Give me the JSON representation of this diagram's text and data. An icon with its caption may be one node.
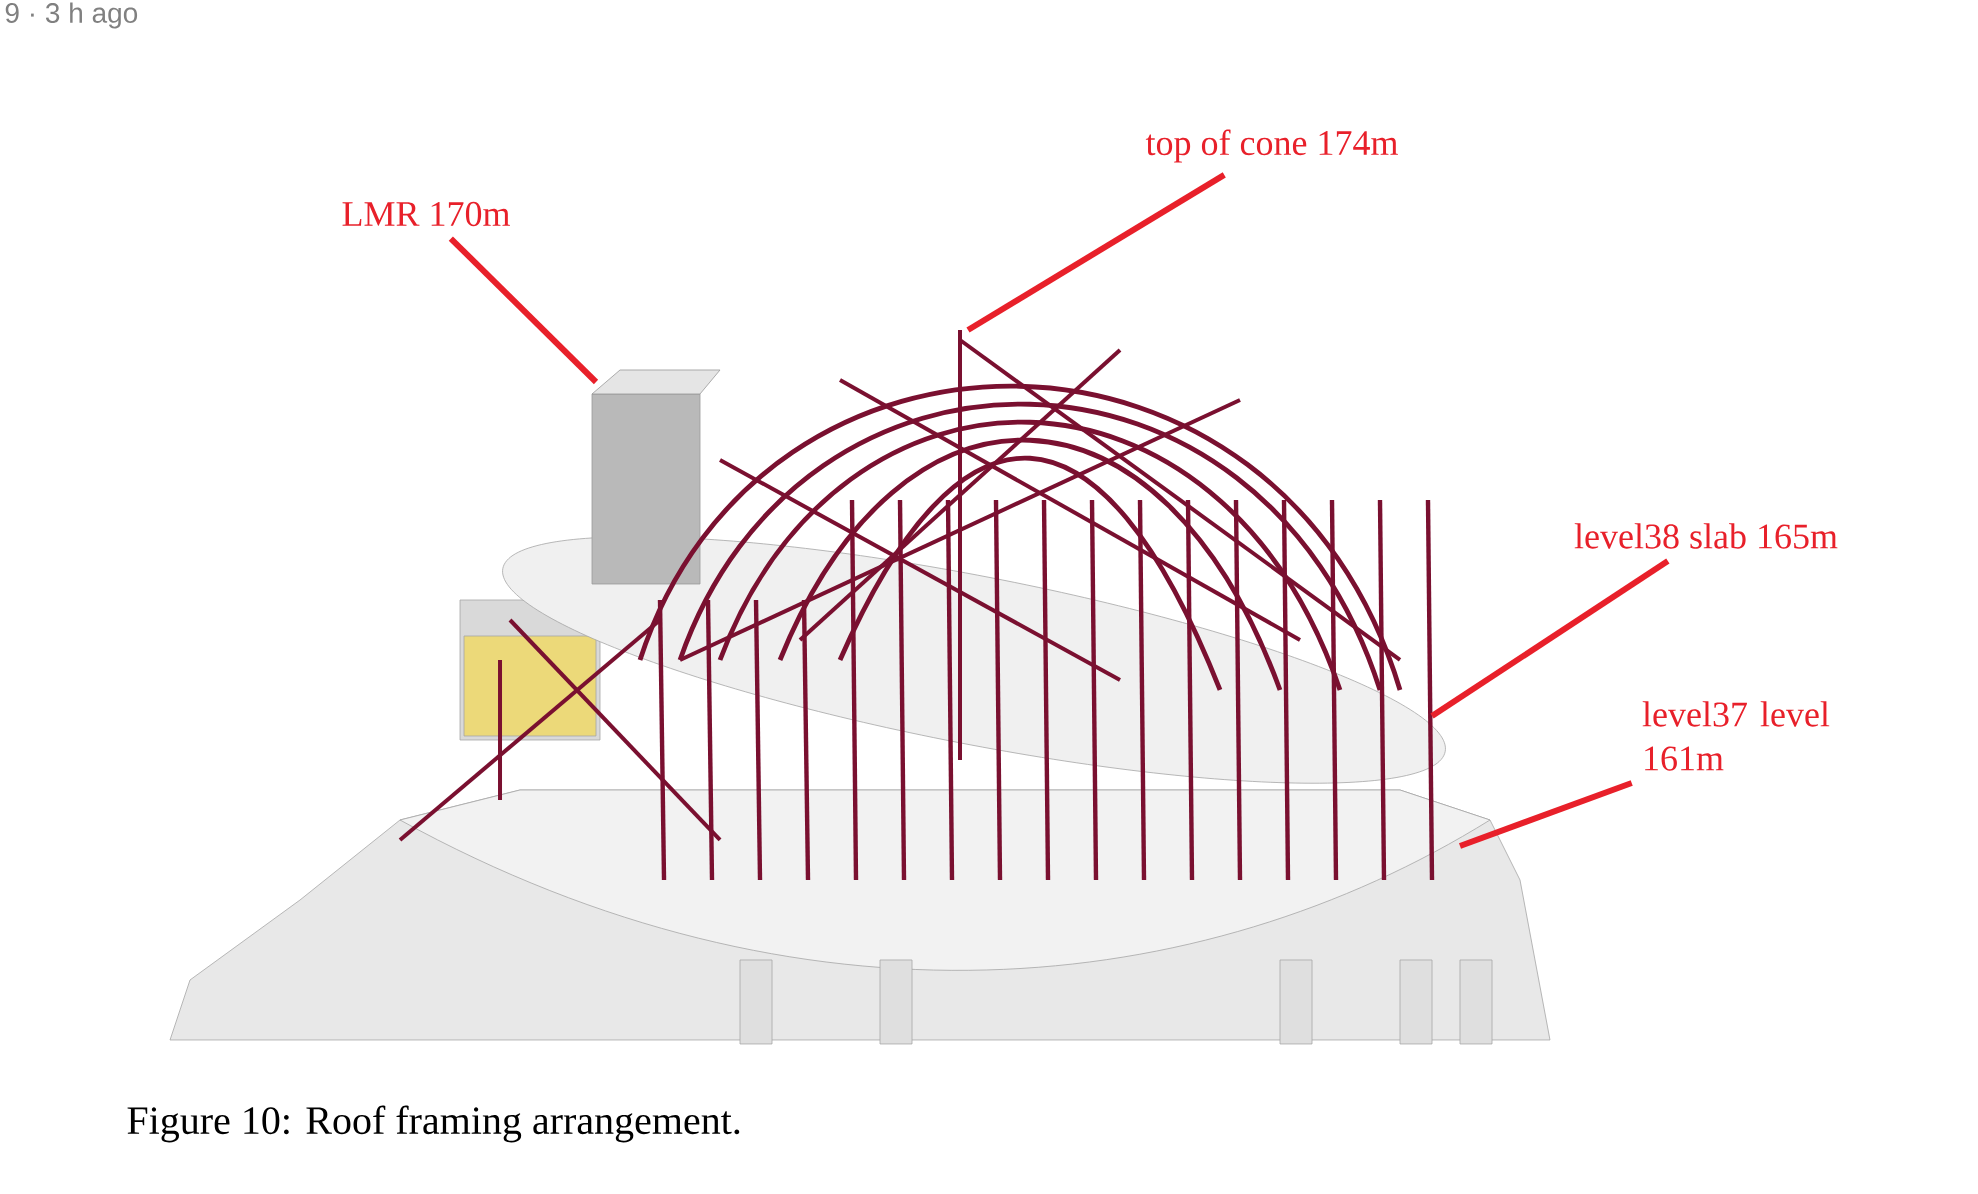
{
  "diagram": {
    "caption": "Figure 10: Roof framing arrangement.",
    "nodes": [
      {
        "text": [
          "LMR 170m"
        ]
      },
      {
        "text": [
          "top of cone 174m"
        ]
      },
      {
        "text": [
          "level38 slab 165m"
        ]
      },
      {
        "text": [
          "level37 level 161m"
        ]
      }
    ],
    "edges": [
      {
        "from": 0,
        "to": null,
        "arrow": "none"
      },
      {
        "from": 1,
        "to": null,
        "arrow": "none"
      },
      {
        "from": 2,
        "to": null,
        "arrow": "none"
      },
      {
        "from": 3,
        "to": null,
        "arrow": "none"
      }
    ],
    "labels": [
      "9 · 3 h ago"
    ]
  }
}
